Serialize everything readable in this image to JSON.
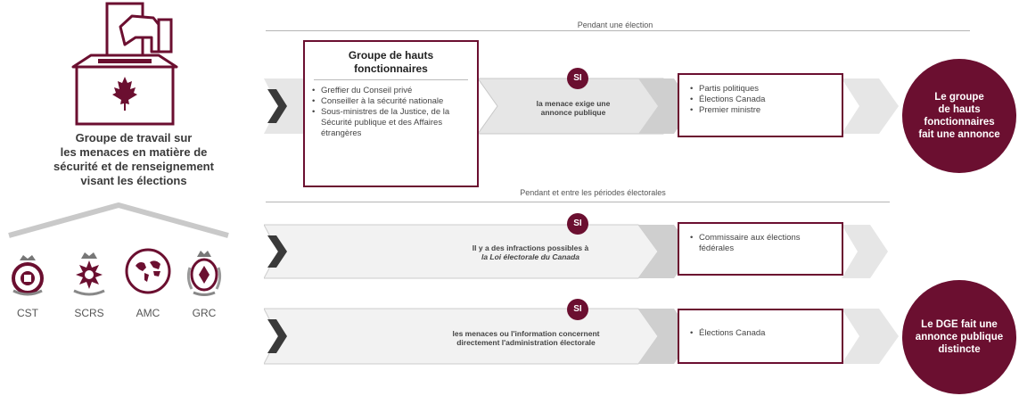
{
  "taskforce": {
    "title_line1": "Groupe de travail sur",
    "title_line2": "les menaces en matière de",
    "title_line3": "sécurité et de renseignement",
    "title_line4": "visant les élections"
  },
  "agencies": [
    {
      "label": "CST",
      "icon": "cse-crest-icon"
    },
    {
      "label": "SCRS",
      "icon": "csis-crest-icon"
    },
    {
      "label": "AMC",
      "icon": "world-map-icon"
    },
    {
      "label": "GRC",
      "icon": "rcmp-crest-icon"
    }
  ],
  "sections": {
    "during_election": "Pendant une élection",
    "between_periods": "Pendant et entre les périodes électorales"
  },
  "group": {
    "title_line1": "Groupe de hauts",
    "title_line2": "fonctionnaires",
    "members": [
      "Greffier du Conseil privé",
      "Conseiller à la sécurité nationale",
      "Sous-ministres de la Justice, de la Sécurité publique et des Affaires étrangères"
    ]
  },
  "flows": [
    {
      "badge": "SI",
      "condition_line1": "la menace exige une",
      "condition_line2": "annonce publique",
      "recipients": [
        "Partis politiques",
        "Élections Canada",
        "Premier ministre"
      ]
    },
    {
      "badge": "SI",
      "condition_line1": "Il y a des infractions possibles à",
      "condition_line2_italic": "la Loi électorale du Canada",
      "recipients": [
        "Commissaire aux élections fédérales"
      ]
    },
    {
      "badge": "SI",
      "condition_line1": "les menaces ou l'information concernent",
      "condition_line2": "directement l'administration électorale",
      "recipients": [
        "Élections Canada"
      ]
    }
  ],
  "outcomes": {
    "group_announcement": {
      "line1": "Le groupe",
      "line2": "de hauts",
      "line3": "fonctionnaires",
      "line4": "fait une annonce"
    },
    "dge_announcement": {
      "line1": "Le DGE fait une",
      "line2": "annonce publique",
      "line3": "distincte"
    }
  },
  "colors": {
    "accent": "#6b0f30",
    "arrow_light": "#e6e6e6",
    "arrow_mid": "#cfcfcf",
    "chevron_dark": "#3a3a3a"
  }
}
